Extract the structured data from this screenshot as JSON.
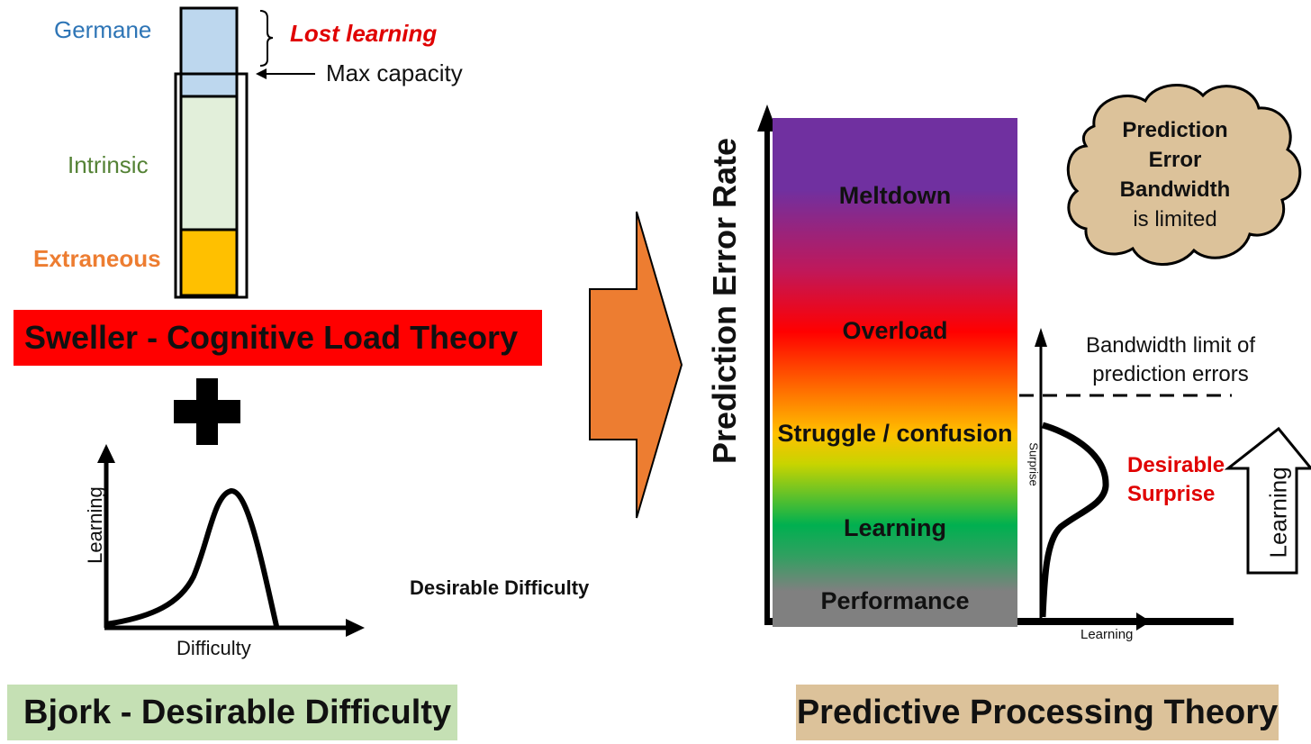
{
  "cognitive_load": {
    "germane": "Germane",
    "intrinsic": "Intrinsic",
    "extraneous": "Extraneous",
    "lost_learning": "Lost learning",
    "max_capacity": "Max capacity",
    "title": "Sweller - Cognitive Load Theory",
    "colors": {
      "germane": "#bdd7ee",
      "intrinsic": "#e2efda",
      "extraneous": "#ffc000",
      "banner": "#ff0000"
    }
  },
  "desirable_difficulty": {
    "y_axis": "Learning",
    "x_axis": "Difficulty",
    "caption": "Desirable Difficulty",
    "title": "Bjork - Desirable Difficulty",
    "banner_color": "#c5e0b4"
  },
  "predictive_processing": {
    "y_axis": "Prediction Error Rate",
    "zones": [
      "Meltdown",
      "Overload",
      "Struggle / confusion",
      "Learning",
      "Performance"
    ],
    "bandwidth_limit": "Bandwidth limit of prediction errors",
    "surprise_axis": "Surprise",
    "learning_axis": "Learning",
    "desirable_surprise": "Desirable Surprise",
    "learning_arrow": "Learning",
    "cloud_lines": [
      "Prediction",
      "Error",
      "Bandwidth",
      "is limited"
    ],
    "title": "Predictive Processing Theory",
    "banner_color": "#dcc29a",
    "cloud_color": "#dcc29a",
    "arrow_color": "#ed7d31"
  }
}
